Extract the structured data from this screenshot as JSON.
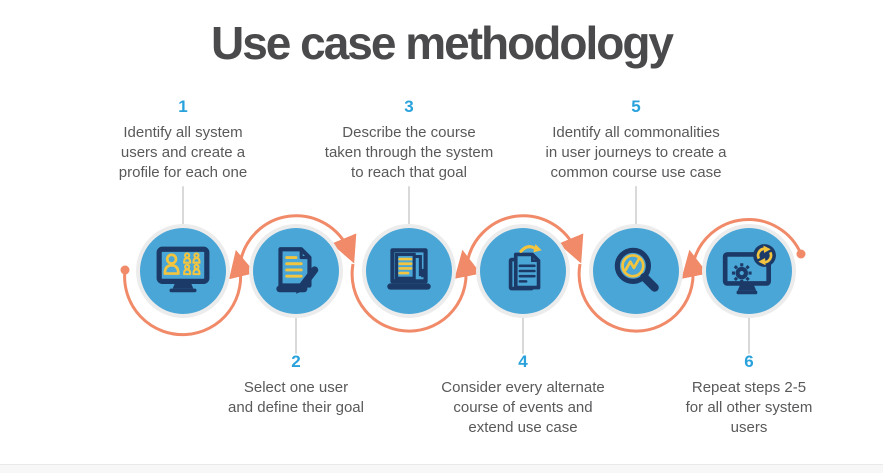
{
  "title": "Use case methodology",
  "steps": [
    {
      "number": "1",
      "lines": [
        "Identify all system",
        "users and create a",
        "profile for each one"
      ],
      "icon": "monitor-users"
    },
    {
      "number": "2",
      "lines": [
        "Select one user",
        "and define their goal"
      ],
      "icon": "document-pencil"
    },
    {
      "number": "3",
      "lines": [
        "Describe the course",
        "taken through the system",
        "to reach that goal"
      ],
      "icon": "laptop-documents"
    },
    {
      "number": "4",
      "lines": [
        "Consider every alternate",
        "course of events and",
        "extend use case"
      ],
      "icon": "documents-refresh"
    },
    {
      "number": "5",
      "lines": [
        "Identify all commonalities",
        "in user journeys to create a",
        "common course use case"
      ],
      "icon": "magnifier-chart"
    },
    {
      "number": "6",
      "lines": [
        "Repeat steps 2-5",
        "for all other system",
        "users"
      ],
      "icon": "monitor-sync"
    }
  ],
  "colors": {
    "title": "#4A4A4C",
    "text": "#59595B",
    "step_number": "#29A2DC",
    "circle_fill": "#4AA6D7",
    "ring": "#ECECEC",
    "icon_navy": "#1C3A67",
    "icon_yellow": "#F3C53F",
    "arrow": "#F08A68",
    "connector": "#D9D9D9",
    "footer_bg": "#F7F7F7",
    "footer_border": "#E9E9E9"
  }
}
